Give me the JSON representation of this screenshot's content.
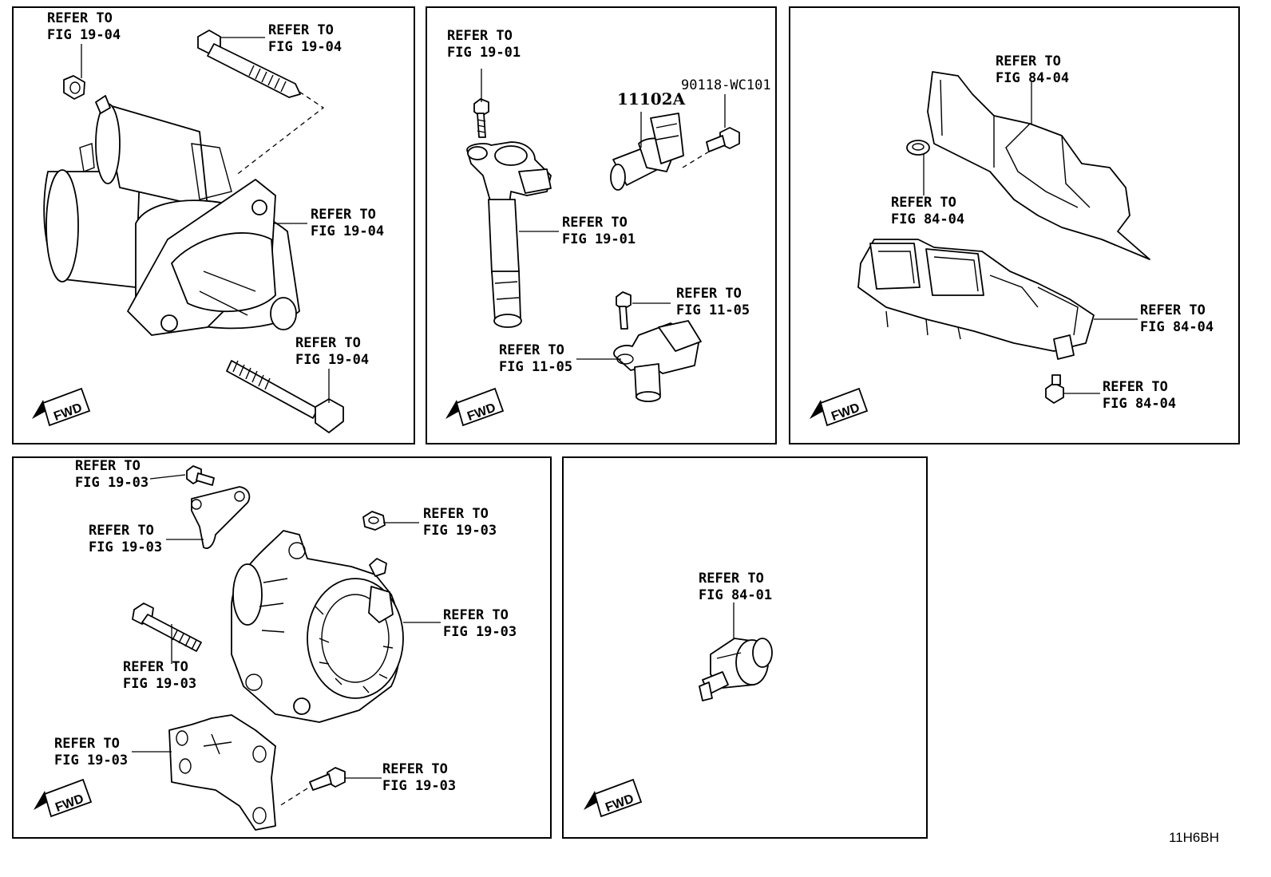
{
  "diagram_code": "11H6BH",
  "fwd_label": "FWD",
  "panels": {
    "starter": {
      "callouts": [
        {
          "line1": "REFER TO",
          "line2": "FIG 19-04"
        },
        {
          "line1": "REFER TO",
          "line2": "FIG 19-04"
        },
        {
          "line1": "REFER TO",
          "line2": "FIG 19-04"
        },
        {
          "line1": "REFER TO",
          "line2": "FIG 19-04"
        }
      ]
    },
    "ignition": {
      "part_numbers": [
        "11102A",
        "90118-WC101"
      ],
      "callouts": [
        {
          "line1": "REFER TO",
          "line2": "FIG 19-01"
        },
        {
          "line1": "REFER TO",
          "line2": "FIG 19-01"
        },
        {
          "line1": "REFER TO",
          "line2": "FIG 11-05"
        },
        {
          "line1": "REFER TO",
          "line2": "FIG 11-05"
        }
      ]
    },
    "relay_box": {
      "callouts": [
        {
          "line1": "REFER TO",
          "line2": "FIG 84-04"
        },
        {
          "line1": "REFER TO",
          "line2": "FIG 84-04"
        },
        {
          "line1": "REFER TO",
          "line2": "FIG 84-04"
        },
        {
          "line1": "REFER TO",
          "line2": "FIG 84-04"
        }
      ]
    },
    "alternator": {
      "callouts": [
        {
          "line1": "REFER TO",
          "line2": "FIG 19-03"
        },
        {
          "line1": "REFER TO",
          "line2": "FIG 19-03"
        },
        {
          "line1": "REFER TO",
          "line2": "FIG 19-03"
        },
        {
          "line1": "REFER TO",
          "line2": "FIG 19-03"
        },
        {
          "line1": "REFER TO",
          "line2": "FIG 19-03"
        },
        {
          "line1": "REFER TO",
          "line2": "FIG 19-03"
        },
        {
          "line1": "REFER TO",
          "line2": "FIG 19-03"
        }
      ]
    },
    "oil_switch": {
      "callouts": [
        {
          "line1": "REFER TO",
          "line2": "FIG 84-01"
        }
      ]
    }
  }
}
